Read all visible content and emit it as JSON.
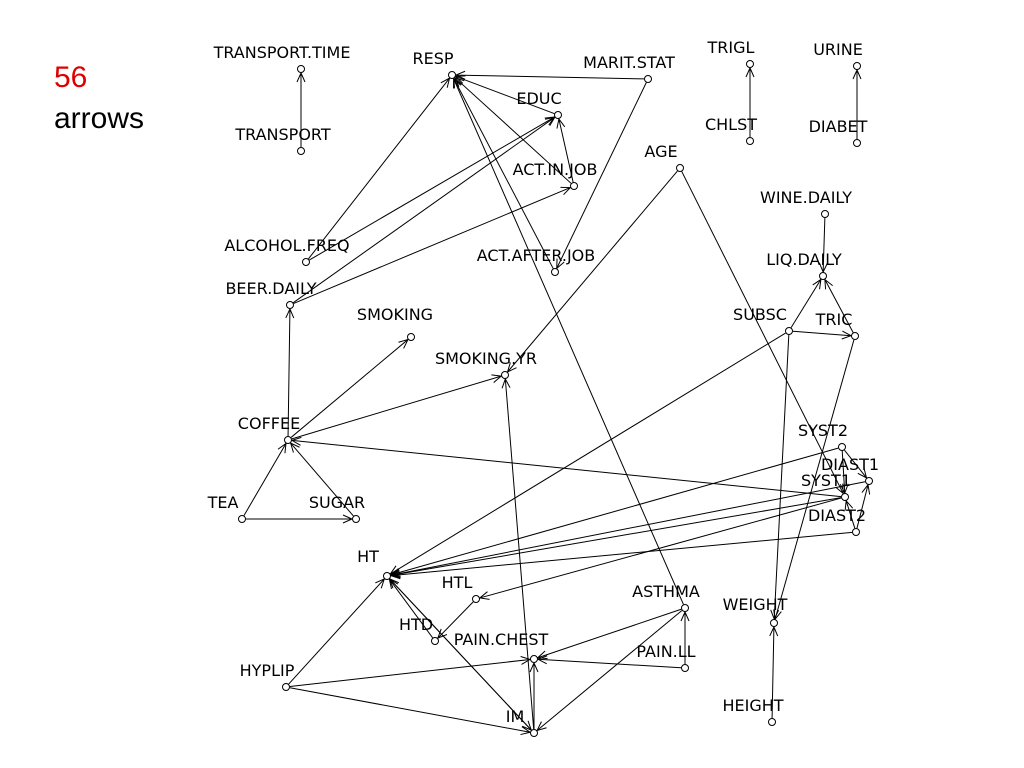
{
  "header": {
    "count": "56",
    "word": "arrows"
  },
  "colors": {
    "count": "#e00000",
    "edge": "#000000",
    "node_fill": "#ffffff"
  },
  "nodes": [
    {
      "id": "TRANSPORT.TIME",
      "label": "TRANSPORT.TIME"
    },
    {
      "id": "TRANSPORT",
      "label": "TRANSPORT"
    },
    {
      "id": "RESP",
      "label": "RESP"
    },
    {
      "id": "MARIT.STAT",
      "label": "MARIT.STAT"
    },
    {
      "id": "EDUC",
      "label": "EDUC"
    },
    {
      "id": "ACT.IN.JOB",
      "label": "ACT.IN.JOB"
    },
    {
      "id": "AGE",
      "label": "AGE"
    },
    {
      "id": "TRIGL",
      "label": "TRIGL"
    },
    {
      "id": "CHLST",
      "label": "CHLST"
    },
    {
      "id": "URINE",
      "label": "URINE"
    },
    {
      "id": "DIABET",
      "label": "DIABET"
    },
    {
      "id": "WINE.DAILY",
      "label": "WINE.DAILY"
    },
    {
      "id": "LIQ.DAILY",
      "label": "LIQ.DAILY"
    },
    {
      "id": "ALCOHOL.FREQ",
      "label": "ALCOHOL.FREQ"
    },
    {
      "id": "BEER.DAILY",
      "label": "BEER.DAILY"
    },
    {
      "id": "ACT.AFTER.JOB",
      "label": "ACT.AFTER.JOB"
    },
    {
      "id": "SMOKING",
      "label": "SMOKING"
    },
    {
      "id": "SMOKING.YR",
      "label": "SMOKING.YR"
    },
    {
      "id": "SUBSC",
      "label": "SUBSC"
    },
    {
      "id": "TRIC",
      "label": "TRIC"
    },
    {
      "id": "COFFEE",
      "label": "COFFEE"
    },
    {
      "id": "SYST2",
      "label": "SYST2"
    },
    {
      "id": "DIAST1",
      "label": "DIAST1"
    },
    {
      "id": "SYST1",
      "label": "SYST1"
    },
    {
      "id": "DIAST2",
      "label": "DIAST2"
    },
    {
      "id": "TEA",
      "label": "TEA"
    },
    {
      "id": "SUGAR",
      "label": "SUGAR"
    },
    {
      "id": "HT",
      "label": "HT"
    },
    {
      "id": "HTL",
      "label": "HTL"
    },
    {
      "id": "ASTHMA",
      "label": "ASTHMA"
    },
    {
      "id": "WEIGHT",
      "label": "WEIGHT"
    },
    {
      "id": "HTD",
      "label": "HTD"
    },
    {
      "id": "PAIN.CHEST",
      "label": "PAIN.CHEST"
    },
    {
      "id": "PAIN.LL",
      "label": "PAIN.LL"
    },
    {
      "id": "HYPLIP",
      "label": "HYPLIP"
    },
    {
      "id": "IM",
      "label": "IM"
    },
    {
      "id": "HEIGHT",
      "label": "HEIGHT"
    }
  ],
  "edges": [
    [
      "TRANSPORT",
      "TRANSPORT.TIME"
    ],
    [
      "CHLST",
      "TRIGL"
    ],
    [
      "DIABET",
      "URINE"
    ],
    [
      "MARIT.STAT",
      "RESP"
    ],
    [
      "ACT.IN.JOB",
      "RESP"
    ],
    [
      "ACT.IN.JOB",
      "EDUC"
    ],
    [
      "EDUC",
      "RESP"
    ],
    [
      "MARIT.STAT",
      "ACT.AFTER.JOB"
    ],
    [
      "ACT.AFTER.JOB",
      "RESP"
    ],
    [
      "ALCOHOL.FREQ",
      "RESP"
    ],
    [
      "ALCOHOL.FREQ",
      "EDUC"
    ],
    [
      "BEER.DAILY",
      "EDUC"
    ],
    [
      "BEER.DAILY",
      "ACT.IN.JOB"
    ],
    [
      "COFFEE",
      "BEER.DAILY"
    ],
    [
      "ASTHMA",
      "RESP"
    ],
    [
      "AGE",
      "SMOKING.YR"
    ],
    [
      "AGE",
      "SYST1"
    ],
    [
      "WINE.DAILY",
      "LIQ.DAILY"
    ],
    [
      "TRIC",
      "LIQ.DAILY"
    ],
    [
      "SUBSC",
      "LIQ.DAILY"
    ],
    [
      "SUBSC",
      "TRIC"
    ],
    [
      "SUBSC",
      "HT"
    ],
    [
      "SUBSC",
      "WEIGHT"
    ],
    [
      "TRIC",
      "WEIGHT"
    ],
    [
      "COFFEE",
      "SMOKING"
    ],
    [
      "COFFEE",
      "SMOKING.YR"
    ],
    [
      "SUGAR",
      "COFFEE"
    ],
    [
      "TEA",
      "COFFEE"
    ],
    [
      "TEA",
      "SUGAR"
    ],
    [
      "SYST1",
      "COFFEE"
    ],
    [
      "SYST2",
      "DIAST1"
    ],
    [
      "SYST2",
      "SYST1"
    ],
    [
      "SYST2",
      "HT"
    ],
    [
      "DIAST2",
      "DIAST1"
    ],
    [
      "DIAST2",
      "SYST1"
    ],
    [
      "DIAST2",
      "HT"
    ],
    [
      "DIAST1",
      "HT"
    ],
    [
      "SYST1",
      "HT"
    ],
    [
      "SYST1",
      "HTL"
    ],
    [
      "HTL",
      "HTD"
    ],
    [
      "HTD",
      "HT"
    ],
    [
      "HYPLIP",
      "HT"
    ],
    [
      "IM",
      "HT"
    ],
    [
      "HT",
      "IM"
    ],
    [
      "IM",
      "SMOKING.YR"
    ],
    [
      "HYPLIP",
      "PAIN.CHEST"
    ],
    [
      "HYPLIP",
      "IM"
    ],
    [
      "ASTHMA",
      "PAIN.CHEST"
    ],
    [
      "ASTHMA",
      "IM"
    ],
    [
      "PAIN.LL",
      "PAIN.CHEST"
    ],
    [
      "PAIN.LL",
      "ASTHMA"
    ],
    [
      "IM",
      "PAIN.CHEST"
    ],
    [
      "HEIGHT",
      "WEIGHT"
    ]
  ]
}
